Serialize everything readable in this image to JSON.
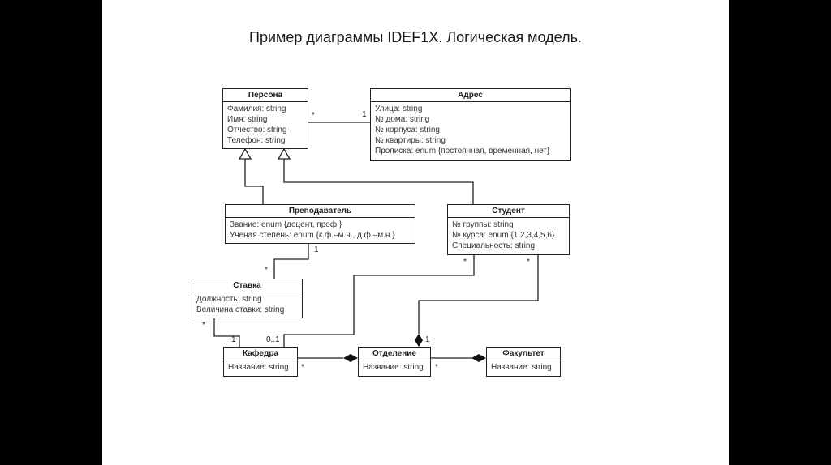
{
  "title": "Пример диаграммы IDEF1X. Логическая модель.",
  "entities": {
    "persona": {
      "name": "Персона",
      "attributes": [
        "Фамилия: string",
        "Имя: string",
        "Отчество: string",
        "Телефон: string"
      ]
    },
    "adres": {
      "name": "Адрес",
      "attributes": [
        "Улица: string",
        "№ дома: string",
        "№ корпуса: string",
        "№ квартиры: string",
        "Прописка: enum {постоянная, временная, нет}"
      ]
    },
    "prepodavatel": {
      "name": "Преподаватель",
      "attributes": [
        "Звание: enum {доцент, проф.}",
        "Ученая степень: enum {к.ф.–м.н., д.ф.–м.н.}"
      ]
    },
    "student": {
      "name": "Студент",
      "attributes": [
        "№ группы: string",
        "№ курса: enum {1,2,3,4,5,6}",
        "Специальность: string"
      ]
    },
    "stavka": {
      "name": "Ставка",
      "attributes": [
        "Должность: string",
        "Величина ставки: string"
      ]
    },
    "kafedra": {
      "name": "Кафедра",
      "attributes": [
        "Название: string"
      ]
    },
    "otdelenie": {
      "name": "Отделение",
      "attributes": [
        "Название: string"
      ]
    },
    "fakultet": {
      "name": "Факультет",
      "attributes": [
        "Название: string"
      ]
    }
  },
  "multiplicities": {
    "persona_adres_persona": "*",
    "persona_adres_adres": "1",
    "prepod_stavka_prepod": "1",
    "prepod_stavka_stavka": "*",
    "stavka_kafedra_stavka": "*",
    "stavka_kafedra_kafedra": "1",
    "student_kafedra_kafedra": "0..1",
    "student_kafedra_student": "*",
    "student_otdelenie_student": "*",
    "student_otdelenie_otdelenie": "1",
    "kafedra_otdelenie_kafedra": "*",
    "otdelenie_fakultet_otdelenie": "*"
  }
}
